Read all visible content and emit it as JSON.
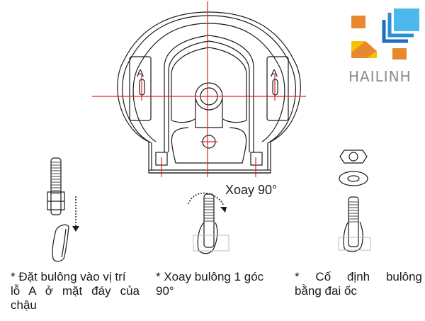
{
  "logo": {
    "brand_text": "HAILINH",
    "colors": {
      "orange": "#E8892E",
      "yellow": "#F5C400",
      "light_blue": "#4DB8EC",
      "blue": "#2A8ED6",
      "dark_blue": "#1E6FC0",
      "gray_text": "#8A8A8A"
    }
  },
  "diagram": {
    "basin_bottom_label_left": "A",
    "basin_bottom_label_right": "A",
    "rotate_label": "Xoay 90°",
    "centerline_color": "#E0202A",
    "outline_color": "#1a1a1a"
  },
  "steps": [
    {
      "caption_line1": "* Đặt bulông vào vị trí",
      "caption_line2": "lỗ A ở mặt đáy của",
      "caption_line3": "chậu"
    },
    {
      "caption_line1": "* Xoay bulông 1 góc",
      "caption_line2": "90°"
    },
    {
      "caption_line1": "* Cố định bulông",
      "caption_line2": "bằng đai ốc"
    }
  ]
}
